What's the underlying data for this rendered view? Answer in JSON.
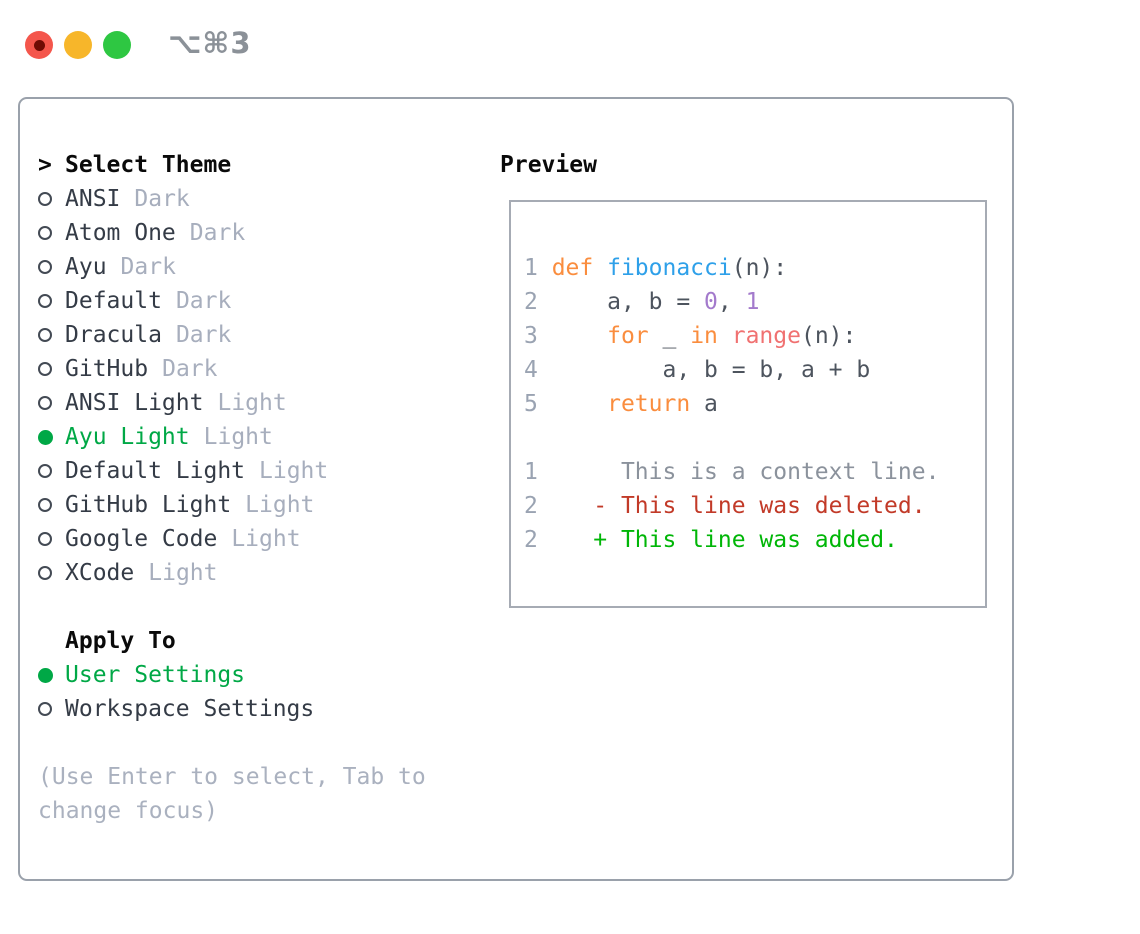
{
  "window": {
    "title": "⌥⌘3"
  },
  "colors": {
    "green": "#00a846",
    "add": "#00b607",
    "del": "#c23a28",
    "ctx": "#8b929c",
    "ln": "#9aa3b2",
    "plain": "#4d545e",
    "kw": "#fa8d3e",
    "fn": "#2ea0e9",
    "rng": "#f07171",
    "num": "#a37acc",
    "name": "#343b46",
    "variant": "#a7aebd",
    "footer": "#aab1bf",
    "radio": "#434a54",
    "border_panel": "#9aa1ab",
    "border_preview": "#a6abb4",
    "title_text": "#8b9198",
    "tl_red": "#f4564c",
    "tl_red_dot": "#6f0b04",
    "tl_yellow": "#f7b62a",
    "tl_green": "#2ec742"
  },
  "theme_list": {
    "prompt": ">",
    "header": "Select Theme",
    "items": [
      {
        "name": "ANSI",
        "variant": "Dark",
        "selected": false
      },
      {
        "name": "Atom One",
        "variant": "Dark",
        "selected": false
      },
      {
        "name": "Ayu",
        "variant": "Dark",
        "selected": false
      },
      {
        "name": "Default",
        "variant": "Dark",
        "selected": false
      },
      {
        "name": "Dracula",
        "variant": "Dark",
        "selected": false
      },
      {
        "name": "GitHub",
        "variant": "Dark",
        "selected": false
      },
      {
        "name": "ANSI Light",
        "variant": "Light",
        "selected": false
      },
      {
        "name": "Ayu Light",
        "variant": "Light",
        "selected": true
      },
      {
        "name": "Default Light",
        "variant": "Light",
        "selected": false
      },
      {
        "name": "GitHub Light",
        "variant": "Light",
        "selected": false
      },
      {
        "name": "Google Code",
        "variant": "Light",
        "selected": false
      },
      {
        "name": "XCode",
        "variant": "Light",
        "selected": false
      }
    ]
  },
  "apply_to": {
    "header": "Apply To",
    "options": [
      {
        "label": "User Settings",
        "selected": true
      },
      {
        "label": "Workspace Settings",
        "selected": false
      }
    ]
  },
  "footer": {
    "line1": "(Use Enter to select, Tab to",
    "line2": "change focus)"
  },
  "preview": {
    "title": "Preview",
    "lines": [
      [
        {
          "t": "1 ",
          "c": "ln"
        },
        {
          "t": "def ",
          "c": "kw"
        },
        {
          "t": "fibonacci",
          "c": "fn"
        },
        {
          "t": "(n):",
          "c": "pl"
        }
      ],
      [
        {
          "t": "2 ",
          "c": "ln"
        },
        {
          "t": "    a, b = ",
          "c": "pl"
        },
        {
          "t": "0",
          "c": "num"
        },
        {
          "t": ", ",
          "c": "pl"
        },
        {
          "t": "1",
          "c": "num"
        }
      ],
      [
        {
          "t": "3 ",
          "c": "ln"
        },
        {
          "t": "    ",
          "c": "pl"
        },
        {
          "t": "for ",
          "c": "kw"
        },
        {
          "t": "_ ",
          "c": "pl"
        },
        {
          "t": "in ",
          "c": "kw"
        },
        {
          "t": "range",
          "c": "rng"
        },
        {
          "t": "(n):",
          "c": "pl"
        }
      ],
      [
        {
          "t": "4 ",
          "c": "ln"
        },
        {
          "t": "        a, b = b, a + b",
          "c": "pl"
        }
      ],
      [
        {
          "t": "5 ",
          "c": "ln"
        },
        {
          "t": "    ",
          "c": "pl"
        },
        {
          "t": "return ",
          "c": "kw"
        },
        {
          "t": "a",
          "c": "pl"
        }
      ],
      [],
      [
        {
          "t": "1",
          "c": "ln"
        },
        {
          "t": "      This is a context line.",
          "c": "ctx"
        }
      ],
      [
        {
          "t": "2",
          "c": "ln"
        },
        {
          "t": "    ",
          "c": "pl"
        },
        {
          "t": "- This line was deleted.",
          "c": "del"
        }
      ],
      [
        {
          "t": "2",
          "c": "ln"
        },
        {
          "t": "    ",
          "c": "pl"
        },
        {
          "t": "+ This line was added.",
          "c": "add"
        }
      ]
    ]
  }
}
